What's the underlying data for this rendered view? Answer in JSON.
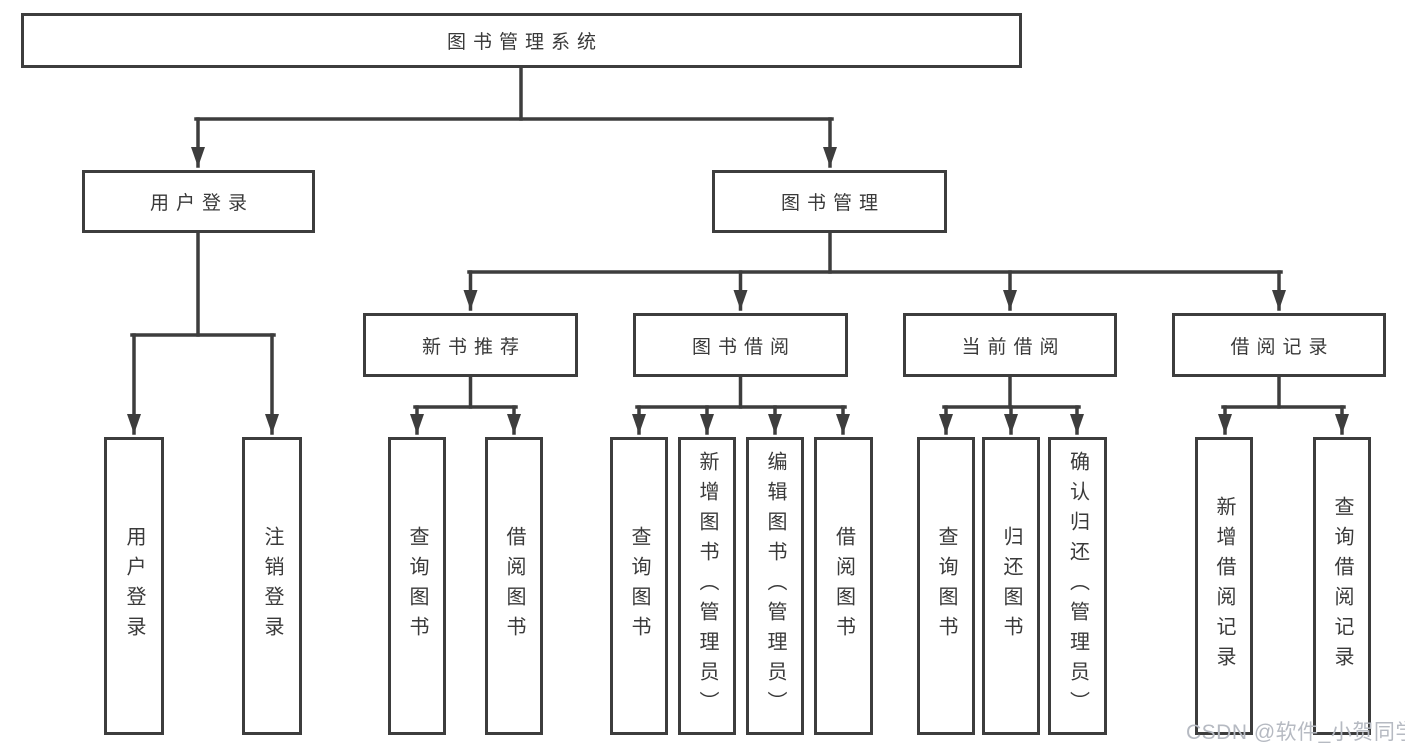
{
  "diagram": {
    "root": {
      "label": "图书管理系统"
    },
    "children": [
      {
        "label": "用户登录",
        "children": [
          {
            "label": "用户登录"
          },
          {
            "label": "注销登录"
          }
        ]
      },
      {
        "label": "图书管理",
        "children": [
          {
            "label": "新书推荐",
            "children": [
              {
                "label": "查询图书"
              },
              {
                "label": "借阅图书"
              }
            ]
          },
          {
            "label": "图书借阅",
            "children": [
              {
                "label": "查询图书"
              },
              {
                "label": "新增图书（管理员）"
              },
              {
                "label": "编辑图书（管理员）"
              },
              {
                "label": "借阅图书"
              }
            ]
          },
          {
            "label": "当前借阅",
            "children": [
              {
                "label": "查询图书"
              },
              {
                "label": "归还图书"
              },
              {
                "label": "确认归还（管理员）"
              }
            ]
          },
          {
            "label": "借阅记录",
            "children": [
              {
                "label": "新增借阅记录"
              },
              {
                "label": "查询借阅记录"
              }
            ]
          }
        ]
      }
    ]
  },
  "watermark": {
    "text": "CSDN @软件_小贺同学"
  },
  "colors": {
    "line": "#3d3d3d",
    "text": "#3a3a3a",
    "watermark_color": "#b6bac2",
    "background": "#ffffff"
  }
}
